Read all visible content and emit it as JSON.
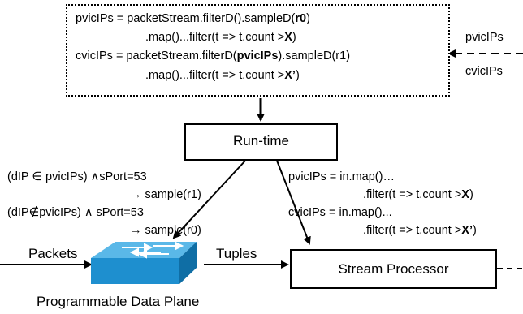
{
  "query_box": {
    "line1": {
      "a": "pvicIPs = packetStream.filterD().sampleD(",
      "b": "r0",
      "c": ")"
    },
    "line2": {
      "a": ".map()...filter(t  => t.count >",
      "b": "X",
      "c": ")"
    },
    "line3": {
      "a": "cvicIPs = packetStream.filterD(",
      "b": "pvicIPs",
      "c": ").sampleD(r1)"
    },
    "line4": {
      "a": ".map()...filter(t  => t.count >",
      "b": "X’",
      "c": ")"
    }
  },
  "feedback_labels": {
    "top": "pvicIPs",
    "bottom": "cvicIPs"
  },
  "runtime": {
    "label": "Run-time"
  },
  "dataplane_rules": {
    "line1": "(dIP  ∈  pvicIPs) ∧sPort=53",
    "line2": "→ sample(r1)",
    "line3": "(dIP∉pvicIPs) ∧ sPort=53",
    "line4": "→ sample(r0)"
  },
  "stream_rules": {
    "line1": "pvicIPs = in.map()…",
    "line2": {
      "a": ".filter(t => t.count >",
      "b": "X",
      "c": ")"
    },
    "line3": "cvicIPs = in.map()...",
    "line4": {
      "a": ".filter(t => t.count >",
      "b": "X’",
      "c": ")"
    }
  },
  "flow_labels": {
    "packets": "Packets",
    "tuples": "Tuples"
  },
  "stream_processor": {
    "label": "Stream Processor"
  },
  "data_plane": {
    "label": "Programmable Data Plane"
  },
  "colors": {
    "switch_top": "#5ab8e8",
    "switch_front": "#1e8fcf",
    "switch_side": "#0f6ea5",
    "arrow": "#000000"
  }
}
